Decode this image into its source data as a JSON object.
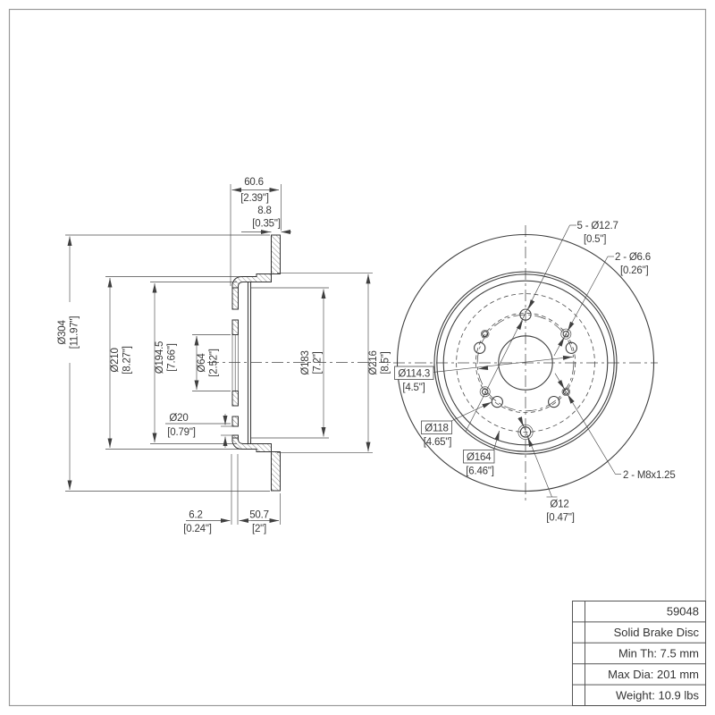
{
  "drawing_type": "technical drawing - solid brake disc, section and front views",
  "dims": {
    "w606": {
      "mm": "60.6",
      "in": "[2.39\"]"
    },
    "t88": {
      "mm": "8.8",
      "in": "[0.35\"]"
    },
    "d304": {
      "mm": "Ø304",
      "in": "[11.97\"]"
    },
    "d210": {
      "mm": "Ø210",
      "in": "[8.27\"]"
    },
    "d1945": {
      "mm": "Ø194.5",
      "in": "[7.66\"]"
    },
    "d64": {
      "mm": "Ø64",
      "in": "[2.52\"]"
    },
    "d20": {
      "mm": "Ø20",
      "in": "[0.79\"]"
    },
    "d183": {
      "mm": "Ø183",
      "in": "[7.2\"]"
    },
    "d216": {
      "mm": "Ø216",
      "in": "[8.5\"]"
    },
    "o62": {
      "mm": "6.2",
      "in": "[0.24\"]"
    },
    "w507": {
      "mm": "50.7",
      "in": "[2\"]"
    },
    "lug": {
      "mm": "5 - Ø12.7",
      "in": "[0.5\"]"
    },
    "screw": {
      "mm": "2 - Ø6.6",
      "in": "[0.26\"]"
    },
    "bcd": {
      "mm": "Ø114.3",
      "in": "[4.5\"]"
    },
    "d118": {
      "mm": "Ø118",
      "in": "[4.65\"]"
    },
    "d164": {
      "mm": "Ø164",
      "in": "[6.46\"]"
    },
    "d12": {
      "mm": "Ø12",
      "in": "[0.47\"]"
    },
    "thread": "2 - M8x1.25"
  },
  "title_block": {
    "part_number": "59048",
    "description": "Solid Brake Disc",
    "min_th": "Min Th: 7.5 mm",
    "max_dia": "Max Dia: 201 mm",
    "weight": "Weight: 10.9 lbs"
  },
  "colors": {
    "line": "#3f3f3f",
    "text": "#3a3a3a",
    "background": "#ffffff"
  }
}
